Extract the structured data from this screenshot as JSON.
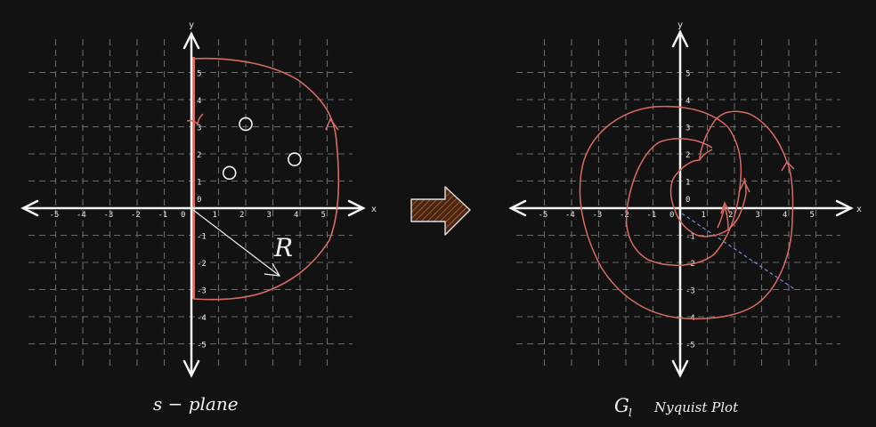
{
  "left_panel": {
    "x_label": "x",
    "y_label": "y",
    "x_ticks": [
      "-5",
      "-4",
      "-3",
      "-2",
      "-1",
      "0",
      "1",
      "2",
      "3",
      "4",
      "5"
    ],
    "y_ticks": [
      "5",
      "4",
      "3",
      "2",
      "1",
      "0",
      "-1",
      "-2",
      "-3",
      "-4",
      "-5"
    ],
    "radius_label": "R",
    "caption": "s − plane",
    "poles": [
      {
        "x": 1.4,
        "y": 1.3
      },
      {
        "x": 2.0,
        "y": 3.1
      },
      {
        "x": 3.8,
        "y": 1.8
      }
    ]
  },
  "right_panel": {
    "x_label": "x",
    "y_label": "y",
    "x_ticks": [
      "-5",
      "-4",
      "-3",
      "-2",
      "-1",
      "0",
      "1",
      "2",
      "3",
      "4",
      "5"
    ],
    "y_ticks": [
      "5",
      "4",
      "3",
      "2",
      "1",
      "0",
      "-1",
      "-2",
      "-3",
      "-4",
      "-5"
    ],
    "caption_symbol": "G",
    "caption_sub": "l",
    "caption_text": "Nyquist Plot"
  },
  "colors": {
    "background": "#121212",
    "grid": "#6a6a6a",
    "axis": "#f5f5f5",
    "contour": "#d96b63",
    "dashed_line": "#6f8fe0",
    "arrow_fill": "#6b3a1e",
    "arrow_stroke": "#e0e0e0"
  },
  "icons": {
    "transform_arrow": "right-arrow-icon"
  }
}
